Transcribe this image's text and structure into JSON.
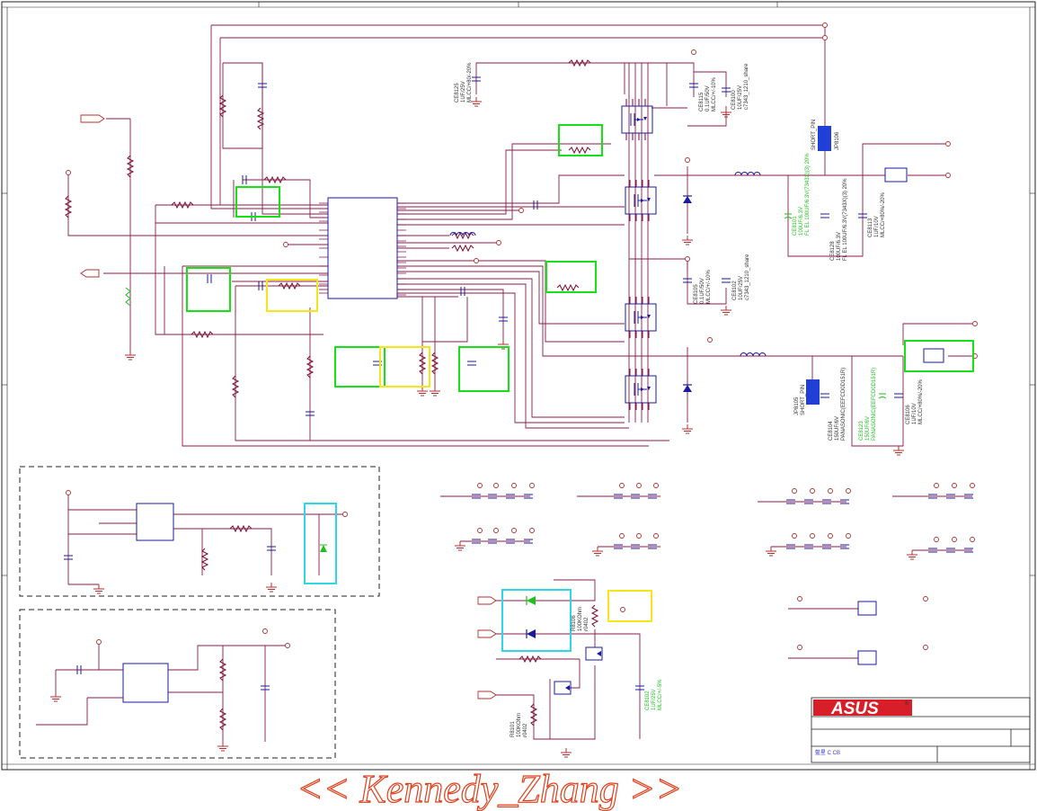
{
  "colors": {
    "wire": "#8b1a4a",
    "net": "#7a0050",
    "component": "#7a0c2c",
    "ic_outline": "#1a1aa0",
    "ground": "#b03030",
    "highlight_green": "#16e016",
    "highlight_yellow": "#f5e61a",
    "highlight_cyan": "#2fd6e6",
    "jumper_fill": "#1f3fd6",
    "text": "#333333",
    "text_green": "#1fbf1f",
    "border": "#222222",
    "watermark": "#e0401c",
    "logo_bg": "#d81e28"
  },
  "icons": [
    "ground-icon",
    "port-arrow-icon",
    "diode-icon",
    "mosfet-icon",
    "inductor-icon",
    "capacitor-icon",
    "resistor-icon"
  ],
  "labels": {
    "ce8125": [
      "CE8125",
      "1UF/25V",
      "MLCC/+80/-20%"
    ],
    "ce8115": [
      "CE8115",
      "0.1UF/50V",
      "MLCC/+/-10%"
    ],
    "ce8100": [
      "CE8100",
      "10UF/25V",
      "c7343_1210_share"
    ],
    "jp8106_top": [
      "JP8106",
      "SHORT_PIN"
    ],
    "ce8101": [
      "CE8101",
      "100UF/6.3V",
      "FL EL 100UF/6.3V(7343X)(3) 20%"
    ],
    "ce8128": [
      "CE8128",
      "100UF/6.3V",
      "FL EL 100UF/6.3V(7343X)(3) 20%"
    ],
    "ce8113": [
      "CE8113",
      "1UF/10V",
      "MLCC/+80%/-20%"
    ],
    "ce8105": [
      "CE8105",
      "0.1UF/50V",
      "MLCC/+/-10%"
    ],
    "ce8102": [
      "CE8102",
      "10UF/25V",
      "c7343_1210_share"
    ],
    "jp8105": [
      "JP8105",
      "SHORT_PIN"
    ],
    "ce8104": [
      "CE8104",
      "150UF/6V",
      "PANASONIC(EEFCD0D151R)"
    ],
    "ce8123": [
      "CE8123",
      "150UF/6V",
      "PANASONIC(EEFCD0D151R)"
    ],
    "ce8106": [
      "CE8106",
      "1UF/10V",
      "MLCC/+80%/-20%"
    ],
    "r8106": [
      "R8106",
      "100KOhm",
      "r0402"
    ],
    "r8101": [
      "R8101",
      "100KOhm",
      "r0402"
    ],
    "ce8102b": [
      "CE8102",
      "1UF/25V",
      "MLCC/+/-5%"
    ]
  },
  "title_block": {
    "logo": "ASUS",
    "registered": "®",
    "footer_text": "藍星  C  CB"
  },
  "watermark": "<< Kennedy_Zhang >>"
}
